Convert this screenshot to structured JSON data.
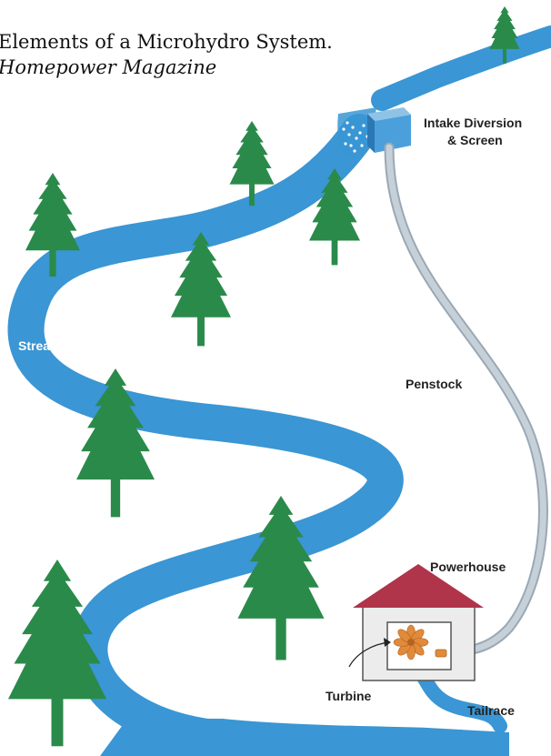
{
  "caption": {
    "title": "Elements of a Microhydro System.",
    "source": "Homepower Magazine"
  },
  "labels": {
    "intake_line1": "Intake Diversion",
    "intake_line2": "& Screen",
    "stream": "Stream",
    "penstock": "Penstock",
    "powerhouse": "Powerhouse",
    "turbine": "Turbine",
    "tailrace": "Tailrace"
  },
  "colors": {
    "water": "#3a96d4",
    "tree": "#2a8a4a",
    "trunk": "#2a7a40",
    "roof": "#b0344a",
    "house_wall": "#ececec",
    "penstock": "#c6d0d8",
    "turbine": "#e08a3a",
    "text": "#222222"
  }
}
